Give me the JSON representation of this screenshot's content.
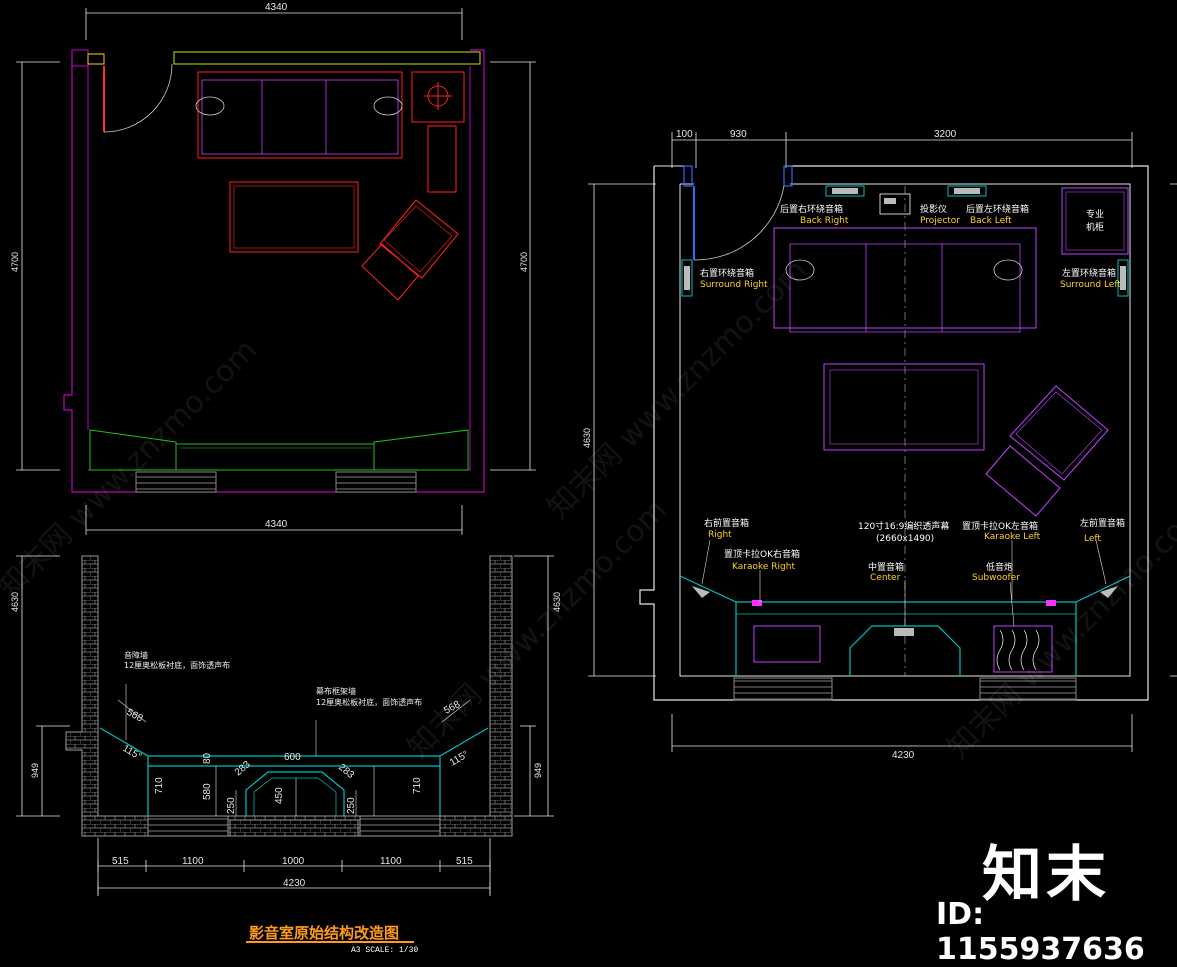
{
  "plan1": {
    "dim_top": "4340",
    "dim_bottom": "4340",
    "dim_left": "4700",
    "dim_right": "4700"
  },
  "plan2": {
    "dim_a": "100",
    "dim_b": "930",
    "dim_c": "3200",
    "dim_left": "4630",
    "dim_bottom": "4230",
    "labels": {
      "back_right_cn": "后置右环绕音箱",
      "back_right_en": "Back Right",
      "projector_cn": "投影仪",
      "projector_en": "Projector",
      "back_left_cn": "后置左环绕音箱",
      "back_left_en": "Back Left",
      "rack_cn_1": "专业",
      "rack_cn_2": "机柜",
      "surround_right_cn": "右置环绕音箱",
      "surround_right_en": "Surround Right",
      "surround_left_cn": "左置环绕音箱",
      "surround_left_en": "Surround Left",
      "front_right_cn": "右前置音箱",
      "front_right_en": "Right",
      "screen_cn": "120寸16:9编织透声幕",
      "screen_size": "(2660x1490)",
      "front_left_cn": "左前置音箱",
      "front_left_en": "Left",
      "karaoke_right_cn": "置顶卡拉OK右音箱",
      "karaoke_right_en": "Karaoke Right",
      "karaoke_left_cn": "置顶卡拉OK左音箱",
      "karaoke_left_en": "Karaoke Left",
      "center_cn": "中置音箱",
      "center_en": "Center",
      "sub_cn": "低音炮",
      "sub_en": "Subwoofer"
    }
  },
  "section": {
    "dim_left_top": "4630",
    "dim_right_top": "4630",
    "dim_left_low": "949",
    "dim_right_low": "949",
    "note_left_1": "音障墙",
    "note_left_2": "12厘奥松板衬底，面饰透声布",
    "note_mid_1": "幕布框架墙",
    "note_mid_2": "12厘奥松板衬底，面饰透声布",
    "d568_l": "568",
    "d568_r": "568",
    "d115_l": "115°",
    "d115_r": "115°",
    "d600": "600",
    "d80": "80",
    "d283_l": "283",
    "d283_r": "283",
    "d710_l": "710",
    "d710_r": "710",
    "d580": "580",
    "d450": "450",
    "d250_l": "250",
    "d250_r": "250",
    "bottom": [
      "515",
      "1100",
      "1000",
      "1100",
      "515"
    ],
    "total": "4230"
  },
  "title": "影音室原始结构改造图",
  "scale": "A3 SCALE: 1/30",
  "brand": {
    "logo": "知末",
    "id": "ID: 1155937636",
    "watermark": "知末网 www.znzmo.com"
  },
  "colors": {
    "wall": "#c000c0",
    "furniture": "#c040ff",
    "table": "#ff2020",
    "screen": "#00c0c0",
    "green": "#20c020",
    "label_en": "#ffd21a",
    "dim": "#e6e6e6"
  }
}
